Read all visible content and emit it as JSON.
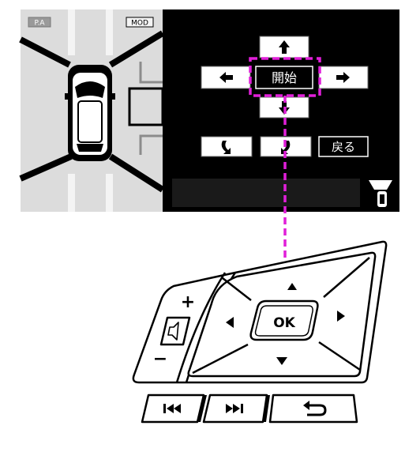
{
  "camera_view": {
    "pa_badge": "P.A",
    "mode_badge": "MOD"
  },
  "menu": {
    "start_button": "開始",
    "back_button": "戻る"
  },
  "steering_switch": {
    "ok_button": "OK",
    "volume_up": "+",
    "volume_down": "−"
  },
  "colors": {
    "highlight_dashes": "#e11fd9",
    "screen_background": "#000000",
    "camera_background": "#dcdcdc"
  }
}
